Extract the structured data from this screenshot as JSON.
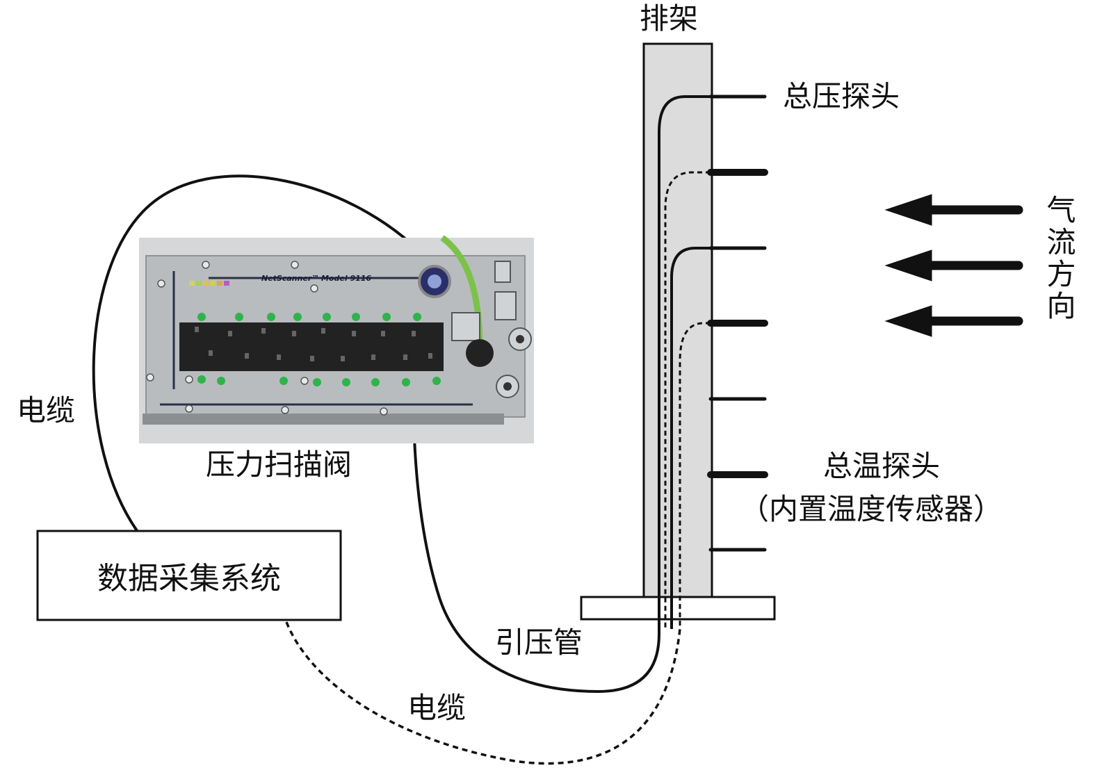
{
  "labels": {
    "rake": "排架",
    "total_pressure_probe": "总压探头",
    "total_temp_probe": "总温探头",
    "temp_sensor_note": "（内置温度传感器）",
    "airflow_direction": "气流方向",
    "pressure_scanner": "压力扫描阀",
    "cable_upper": "电缆",
    "cable_lower": "电缆",
    "pressure_tube": "引压管",
    "daq_system": "数据采集系统"
  },
  "scanner_photo": {
    "brand_text": "NetScanner™",
    "model_text": "Model 9116"
  },
  "colors": {
    "rake_fill": "#dcdcdc",
    "line": "#111111",
    "tube_green": "#7cc24a",
    "scanner_body": "#b9bcbf",
    "scanner_strip": "#222222",
    "led_green": "#2fb34a"
  },
  "arrows": {
    "count": 3,
    "direction": "left"
  },
  "probes": {
    "count": 7
  }
}
